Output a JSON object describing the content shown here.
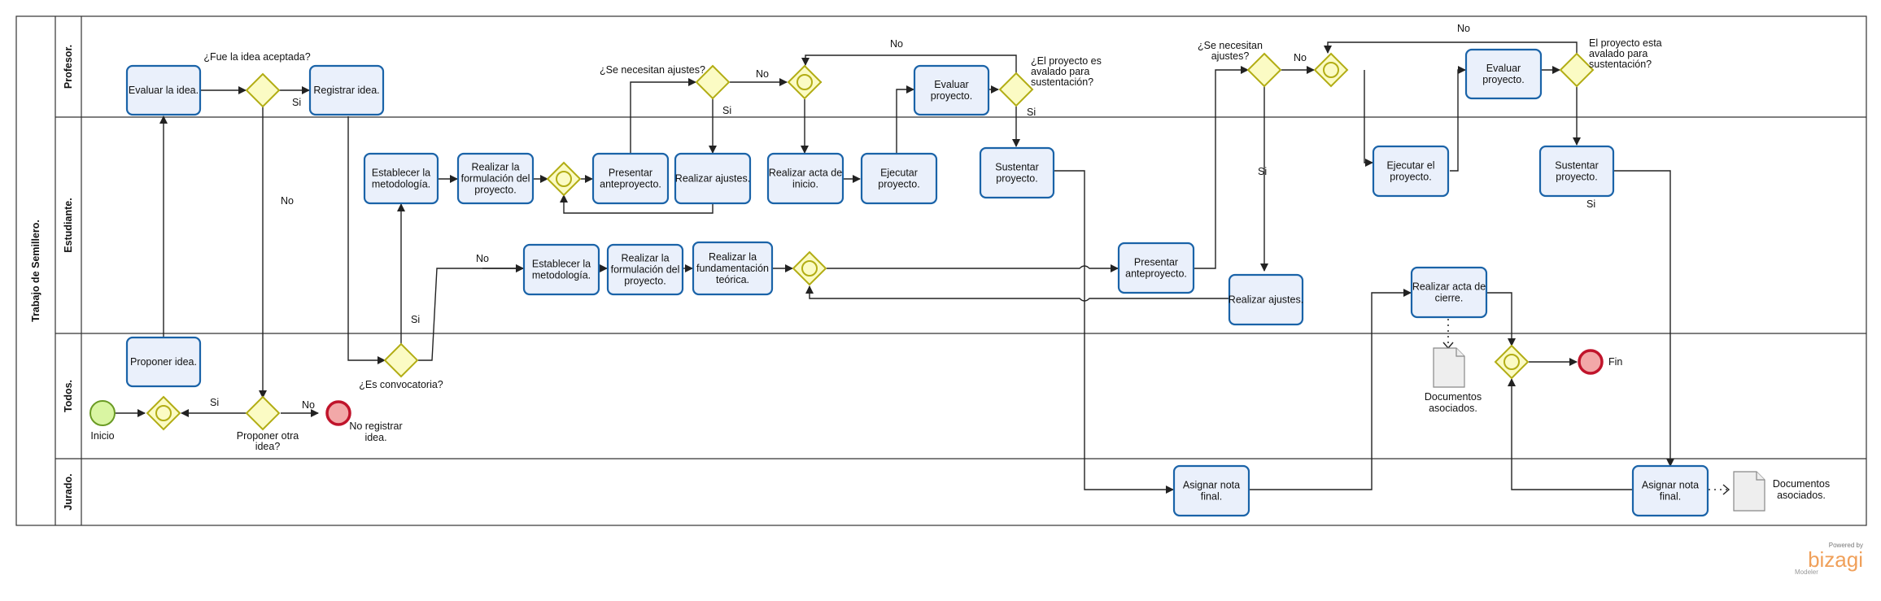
{
  "pool": {
    "title": "Trabajo de Semillero."
  },
  "lanes": {
    "profesor": "Profesor.",
    "estudiante": "Estudiante.",
    "todos": "Todos.",
    "jurado": "Jurado."
  },
  "events": {
    "start": "Inicio",
    "end_no_registrar": [
      "No registrar",
      "idea."
    ],
    "end_fin": "Fin"
  },
  "tasks": {
    "evaluar_idea": [
      "Evaluar la idea."
    ],
    "registrar_idea": [
      "Registrar idea."
    ],
    "proponer_idea": [
      "Proponer idea."
    ],
    "establecer_metodologia_1": [
      "Establecer la",
      "metodología."
    ],
    "formulacion_1": [
      "Realizar la",
      "formulación del",
      "proyecto."
    ],
    "presentar_anteproyecto_1": [
      "Presentar",
      "anteproyecto."
    ],
    "realizar_ajustes_1": [
      "Realizar ajustes."
    ],
    "acta_inicio": [
      "Realizar acta de",
      "inicio."
    ],
    "ejecutar_proyecto_1": [
      "Ejecutar",
      "proyecto."
    ],
    "evaluar_proyecto_1": [
      "Evaluar",
      "proyecto."
    ],
    "sustentar_proyecto_1": [
      "Sustentar",
      "proyecto."
    ],
    "establecer_metodologia_2": [
      "Establecer la",
      "metodología."
    ],
    "formulacion_2": [
      "Realizar la",
      "formulación del",
      "proyecto."
    ],
    "fundamentacion": [
      "Realizar la",
      "fundamentación",
      "teórica."
    ],
    "presentar_anteproyecto_2": [
      "Presentar",
      "anteproyecto."
    ],
    "realizar_ajustes_2": [
      "Realizar ajustes."
    ],
    "ejecutar_proyecto_2": [
      "Ejecutar el",
      "proyecto."
    ],
    "evaluar_proyecto_2": [
      "Evaluar",
      "proyecto."
    ],
    "sustentar_proyecto_2": [
      "Sustentar",
      "proyecto."
    ],
    "acta_cierre": [
      "Realizar acta de",
      "cierre."
    ],
    "asignar_nota_1": [
      "Asignar nota",
      "final."
    ],
    "asignar_nota_2": [
      "Asignar nota",
      "final."
    ]
  },
  "gateways": {
    "fue_aceptada": [
      "¿Fue la idea aceptada?"
    ],
    "proponer_otra": [
      "Proponer otra",
      "idea?"
    ],
    "es_convocatoria": [
      "¿Es convocatoria?"
    ],
    "se_necesitan_1": [
      "¿Se necesitan ajustes?"
    ],
    "avalado_1": [
      "¿El proyecto es",
      "avalado para",
      "sustentación?"
    ],
    "se_necesitan_2": [
      "¿Se necesitan",
      "ajustes?"
    ],
    "avalado_2": [
      "El proyecto esta",
      "avalado para",
      "sustentación?"
    ]
  },
  "flow_labels": {
    "si": "Si",
    "no": "No"
  },
  "documents": {
    "doc_1": [
      "Documentos",
      "asociados."
    ],
    "doc_2": [
      "Documentos",
      "asociados."
    ]
  },
  "branding": {
    "powered_by": "Powered by",
    "brand": "bizagi",
    "product": "Modeler"
  },
  "colors": {
    "task_fill": "#eaf0fb",
    "task_border": "#1a63a8",
    "gateway_fill": "#fbfbc4",
    "gateway_border": "#b2ad14",
    "start_fill": "#d9f5a2",
    "end_fill": "#f2a8a8",
    "end_border": "#c0142b",
    "brand_orange": "#f0a05a"
  }
}
